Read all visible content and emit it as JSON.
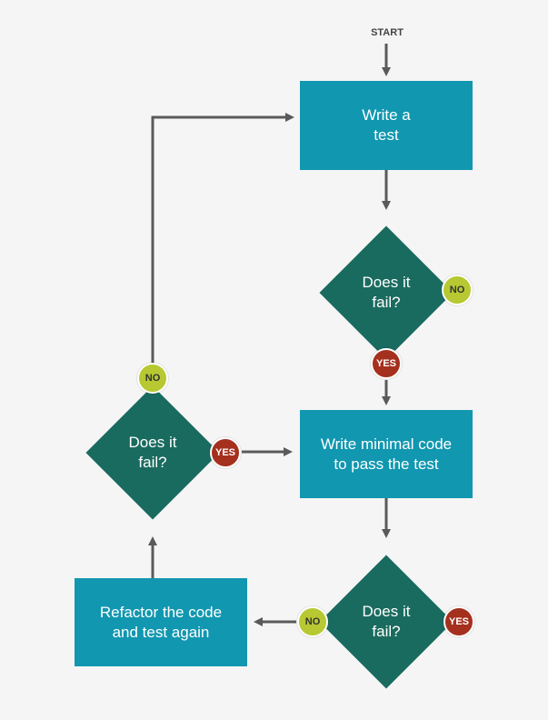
{
  "colors": {
    "process_fill": "#1197b0",
    "decision_fill": "#1a6b5f",
    "yes_badge": "#a5301e",
    "no_badge": "#b7c832",
    "no_badge_text": "#333333",
    "yes_badge_text": "#ffffff",
    "arrow": "#5a5a5a",
    "background": "#f5f5f5"
  },
  "start": {
    "label": "START"
  },
  "processes": {
    "write_test": {
      "label": "Write a\ntest"
    },
    "write_code": {
      "label": "Write minimal code\nto pass the test"
    },
    "refactor": {
      "label": "Refactor the code\nand test again"
    }
  },
  "decisions": {
    "fail_after_test": {
      "label": "Does it\nfail?",
      "yes": "YES",
      "no": "NO"
    },
    "fail_after_code": {
      "label": "Does it\nfail?",
      "yes": "YES",
      "no": "NO"
    },
    "fail_after_refactor": {
      "label": "Does it\nfail?",
      "yes": "YES",
      "no": "NO"
    }
  }
}
